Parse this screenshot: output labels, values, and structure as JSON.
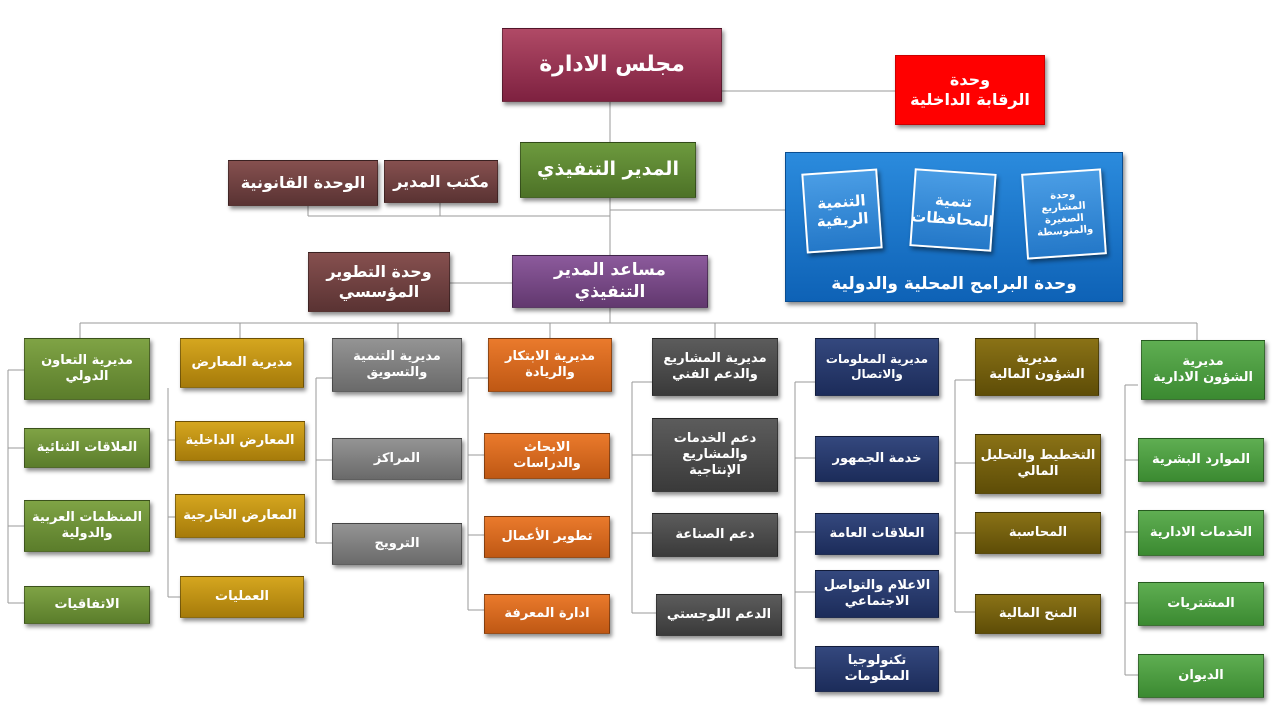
{
  "board": "مجلس الادارة",
  "internal_audit": "وحدة\nالرقابة الداخلية",
  "executive_director": "المدير التنفيذي",
  "director_office": "مكتب المدير",
  "legal_unit": "الوحدة القانونية",
  "programs_unit": {
    "label": "وحدة البرامج المحلية والدولية",
    "tiles": [
      "التنمية\nالريفية",
      "تنمية\nالمحافظات",
      "وحدة\nالمشاريع\nالصغيرة\nوالمتوسطة"
    ]
  },
  "institutional_dev": "وحدة التطوير\nالمؤسسي",
  "assistant_director": "مساعد المدير التنفيذي",
  "directorates": [
    {
      "title": "مديرية\nالشؤون الادارية",
      "items": [
        "الموارد البشرية",
        "الخدمات الادارية",
        "المشتريات",
        "الديوان"
      ]
    },
    {
      "title": "مديرية\nالشؤون المالية",
      "items": [
        "التخطيط والتحليل\nالمالي",
        "المحاسبة",
        "المنح المالية"
      ]
    },
    {
      "title": "مديرية المعلومات\nوالاتصال",
      "items": [
        "خدمة الجمهور",
        "العلاقات العامة",
        "الاعلام والتواصل\nالاجتماعي",
        "تكنولوجيا\nالمعلومات"
      ]
    },
    {
      "title": "مديرية المشاريع\nوالدعم الفني",
      "items": [
        "دعم الخدمات\nوالمشاريع\nالإنتاجية",
        "دعم الصناعة",
        "الدعم اللوجستي"
      ]
    },
    {
      "title": "مديرية الابتكار\nوالريادة",
      "items": [
        "الابحاث\nوالدراسات",
        "تطوير الأعمال",
        "ادارة المعرفة"
      ]
    },
    {
      "title": "مديرية التنمية\nوالتسويق",
      "items": [
        "المراكز",
        "الترويج"
      ]
    },
    {
      "title": "مديرية المعارض",
      "items": [
        "المعارض الداخلية",
        "المعارض الخارجية",
        "العمليات"
      ]
    },
    {
      "title": "مديرية التعاون\nالدولي",
      "items": [
        "العلاقات الثنائية",
        "المنظمات العربية\nوالدولية",
        "الاتفاقيات"
      ]
    }
  ],
  "colors": {
    "line": "#9a9a9a"
  }
}
